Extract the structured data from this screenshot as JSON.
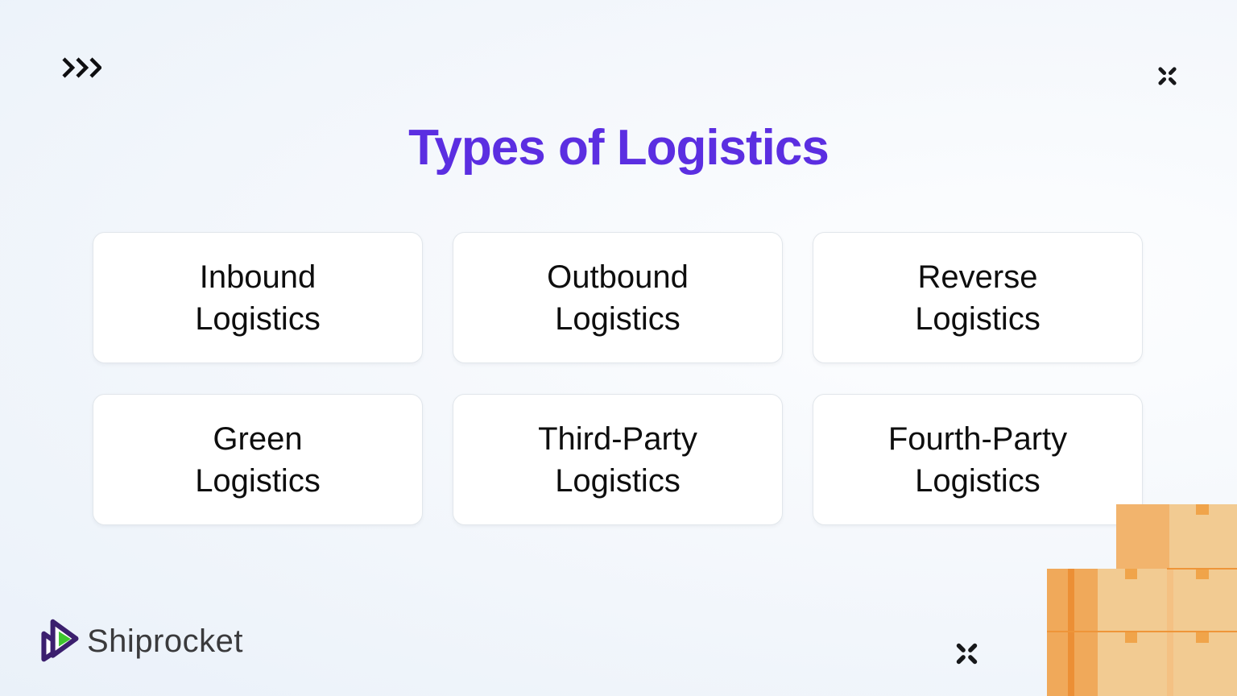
{
  "header": {
    "title": "Types of Logistics",
    "chevrons_icon": "triple-chevron-right",
    "collapse_icon_top": "collapse-x",
    "collapse_icon_bottom": "collapse-x"
  },
  "cards": [
    {
      "label": "Inbound\nLogistics"
    },
    {
      "label": "Outbound\nLogistics"
    },
    {
      "label": "Reverse\nLogistics"
    },
    {
      "label": "Green\nLogistics"
    },
    {
      "label": "Third-Party\nLogistics"
    },
    {
      "label": "Fourth-Party\nLogistics"
    }
  ],
  "footer": {
    "brand": "Shiprocket"
  },
  "decor": {
    "boxes_illustration": "stacked-cardboard-boxes"
  },
  "colors": {
    "accent_title": "#5B2EE1",
    "card_background": "#FFFFFF",
    "card_border": "#E1E6EB",
    "card_text": "#0E0E0E",
    "brand_purple": "#3B1F6E",
    "brand_green": "#3EC52E",
    "brand_text": "#3A3A3C",
    "box_light": "#F2CB92",
    "box_medium": "#F0A95A",
    "box_dark_stripe": "#EC8F35",
    "box_tab": "#F0A44A",
    "background_edge": "#EAF1F9",
    "background_center": "#FDFEFF"
  }
}
